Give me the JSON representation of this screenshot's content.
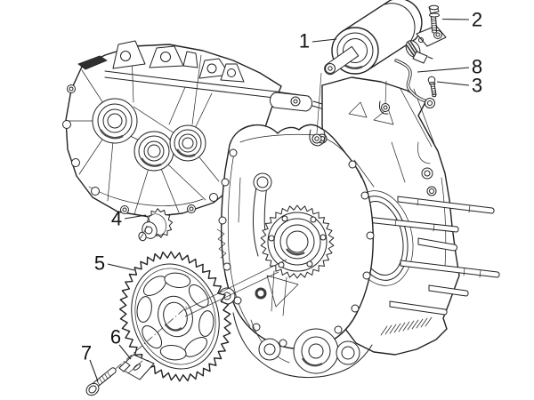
{
  "diagram": {
    "background_color": "#ffffff",
    "line_color": "#222222",
    "description": "exploded-parts-line-drawing-engine-crankcase-starter-motor",
    "callouts": [
      {
        "label": "1"
      },
      {
        "label": "2"
      },
      {
        "label": "3"
      },
      {
        "label": "4"
      },
      {
        "label": "5"
      },
      {
        "label": "6"
      },
      {
        "label": "7"
      },
      {
        "label": "8"
      }
    ]
  }
}
